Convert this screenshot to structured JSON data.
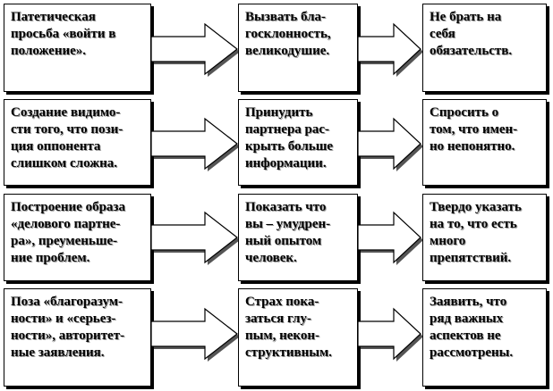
{
  "rows": [
    {
      "cells": [
        "Патетическая\nпросьба «войти в\nположение».",
        "Вызвать бла-\nгосклонность,\nвеликодушие.",
        "Не брать на\nсебя\nобязательств."
      ]
    },
    {
      "cells": [
        "Создание видимо-\nсти того, что пози-\nция оппонента\nслишком сложна.",
        "Принудить\nпартнера рас-\nкрыть больше\nинформации.",
        "Спросить о\nтом, что имен-\nно непонятно."
      ]
    },
    {
      "cells": [
        "Построение образа\n«делового партне-\nра», преуменьше-\nние проблем.",
        "Показать что\nвы – умудрен-\nный опытом\nчеловек.",
        "Твердо указать\nна то, что есть\nмного\nпрепятствий."
      ]
    },
    {
      "cells": [
        "Поза «благоразум-\nности» и «серьез-\nности», авторитет-\nные заявления.",
        "Страх пока-\nзаться глу-\nпым, некон-\nструктивным.",
        "Заявить, что\nряд важных\nаспектов не\nрассмотрены."
      ]
    }
  ]
}
